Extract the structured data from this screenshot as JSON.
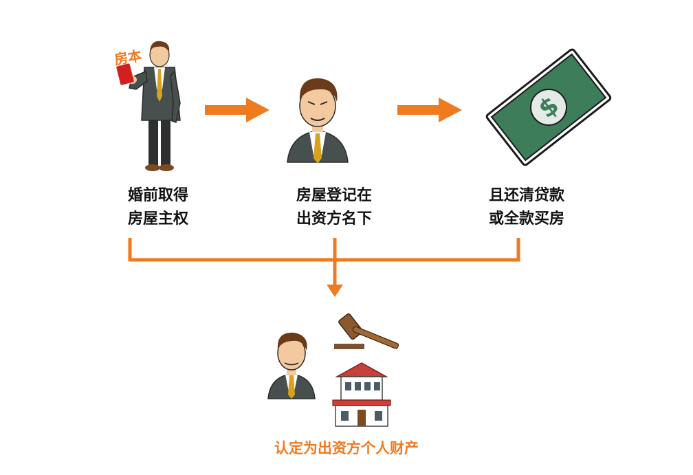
{
  "colors": {
    "accent": "#f07a1e",
    "money_green": "#3e7d59",
    "suit": "#47504e",
    "tie": "#d9a11f",
    "roof": "#c9403a",
    "book_red": "#d21f1f"
  },
  "steps": [
    {
      "line1": "婚前取得",
      "line2": "房屋主权",
      "icon": "man-holding-deed-icon"
    },
    {
      "line1": "房屋登记在",
      "line2": "出资方名下",
      "icon": "man-portrait-icon"
    },
    {
      "line1": "且还清贷款",
      "line2": "或全款买房",
      "icon": "dollar-banknote-icon"
    }
  ],
  "deed_text": "房本",
  "result_icons": [
    "man-portrait-icon",
    "gavel-icon",
    "house-icon"
  ],
  "result_text": "认定为出资方个人财产"
}
